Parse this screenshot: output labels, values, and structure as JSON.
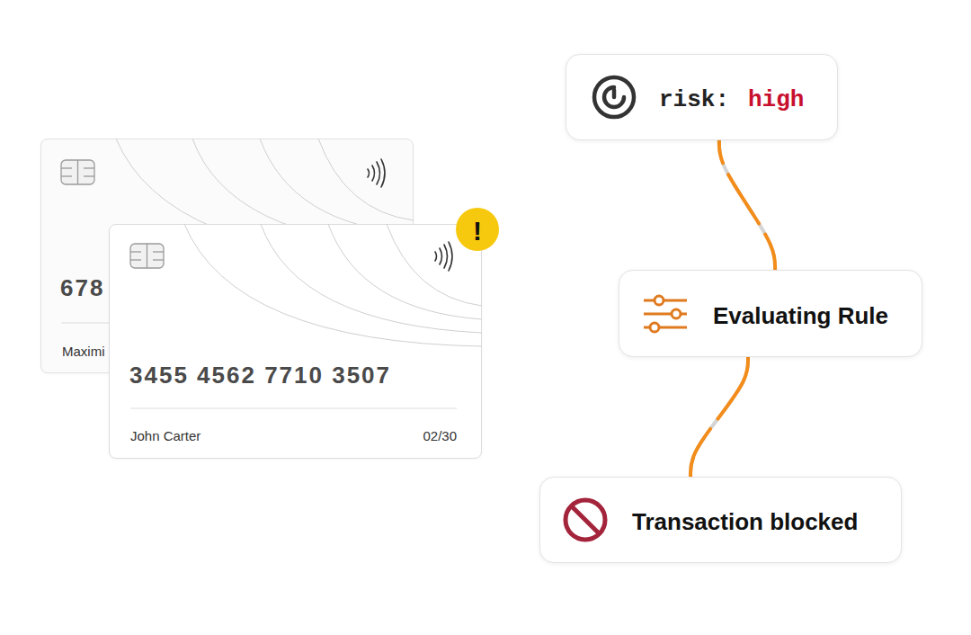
{
  "diagram": {
    "nodes": [
      {
        "text": [
          "678",
          "Maximi"
        ]
      },
      {
        "text": [
          "3455 4562 7710 3507",
          "John Carter",
          "02/30"
        ]
      },
      {
        "text": [
          "!"
        ]
      },
      {
        "text": [
          "risk:",
          "high"
        ]
      },
      {
        "text": [
          "Evaluating Rule"
        ]
      },
      {
        "text": [
          "Transaction blocked"
        ]
      }
    ],
    "edges": [
      {
        "from": 3,
        "to": 4,
        "arrow": "none"
      },
      {
        "from": 4,
        "to": 5,
        "arrow": "none"
      }
    ]
  }
}
